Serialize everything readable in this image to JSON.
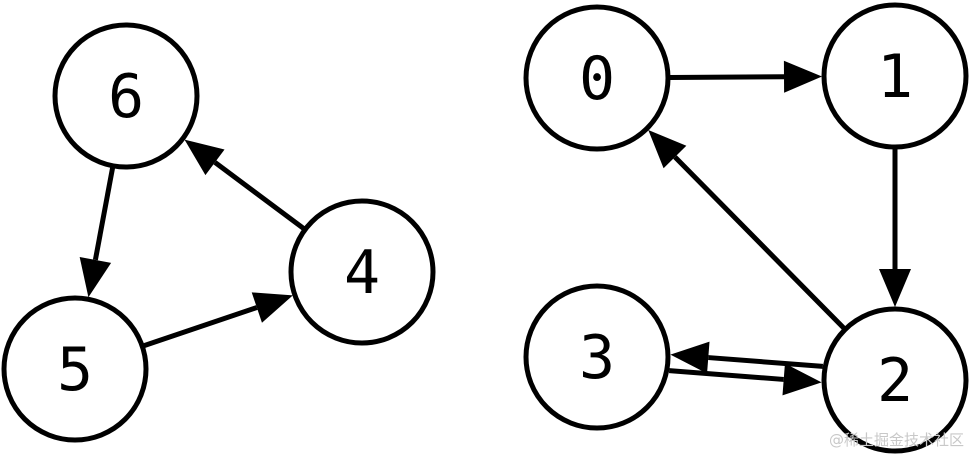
{
  "nodes": [
    {
      "id": "6",
      "label": "6"
    },
    {
      "id": "5",
      "label": "5"
    },
    {
      "id": "4",
      "label": "4"
    },
    {
      "id": "0",
      "label": "0"
    },
    {
      "id": "1",
      "label": "1"
    },
    {
      "id": "2",
      "label": "2"
    },
    {
      "id": "3",
      "label": "3"
    }
  ],
  "edges": [
    {
      "from": "6",
      "to": "5"
    },
    {
      "from": "5",
      "to": "4"
    },
    {
      "from": "4",
      "to": "6"
    },
    {
      "from": "0",
      "to": "1"
    },
    {
      "from": "1",
      "to": "2"
    },
    {
      "from": "2",
      "to": "0"
    },
    {
      "from": "3",
      "to": "2"
    },
    {
      "from": "2",
      "to": "3"
    }
  ],
  "watermark": "@稀土掘金技术社区"
}
